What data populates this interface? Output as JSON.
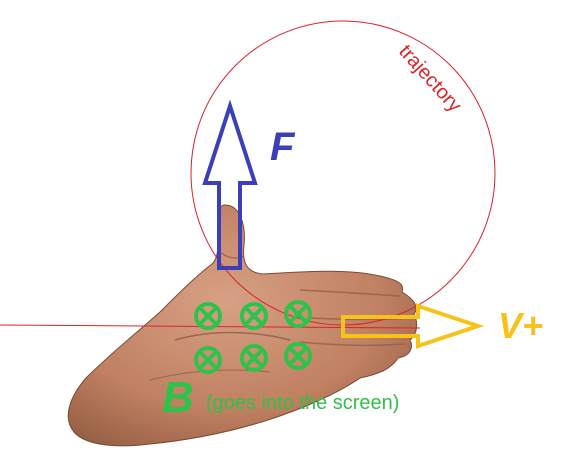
{
  "labels": {
    "trajectory": "trajectory",
    "force": "F",
    "velocity": "V+",
    "field": "B",
    "field_note": "(goes into the screen)"
  },
  "field_symbol_count": 6,
  "colors": {
    "trajectory": "#d9252a",
    "force": "#3b3fb8",
    "velocity": "#f7c21a",
    "field": "#2ec24a",
    "skin": "#c98d6c",
    "skin_shadow": "#8f5a40"
  }
}
